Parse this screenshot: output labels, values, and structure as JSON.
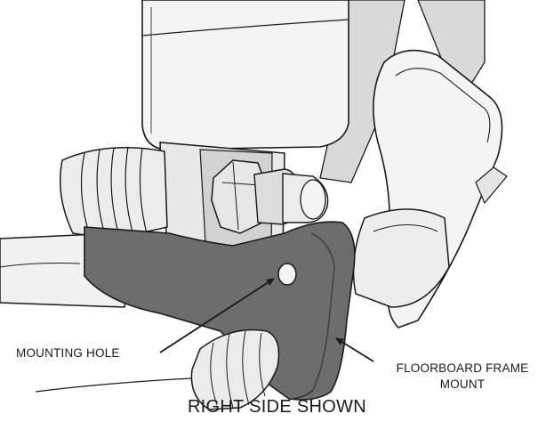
{
  "callouts": {
    "mounting_hole": "MOUNTING HOLE",
    "floorboard_line1": "FLOORBOARD FRAME",
    "floorboard_line2": "MOUNT"
  },
  "caption": "RIGHT SIDE SHOWN",
  "colors": {
    "line": "#1a1a1a",
    "bracket": "#6e6e6e",
    "bracket_dark": "#4a4a4a",
    "fill_light": "#f2f2f2",
    "fill_mid": "#d7d7d7",
    "fill_shade": "#c8c8c8"
  }
}
